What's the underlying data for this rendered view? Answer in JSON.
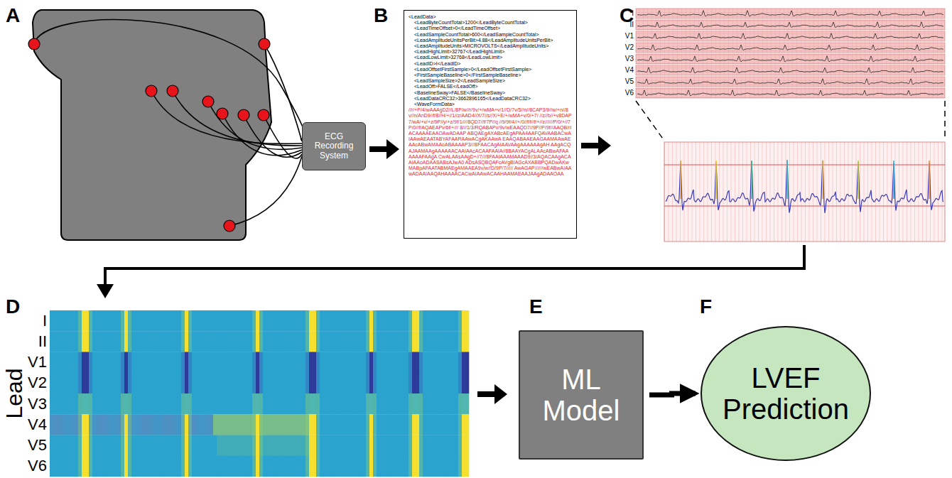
{
  "diagram": {
    "nodes": [
      {
        "text": [
          "ECG Recording System"
        ]
      },
      {
        "text": [
          "<LeadData>",
          "<LeadByteCountTotal>1200</LeadByteCountTotal>",
          "<LeadTimeOffset>0</LeadTimeOffset>",
          "<LeadSampleCountTotal>600</LeadSampleCountTotal>",
          "<LeadAmplitudeUnitsPerBit>4.88</LeadAmplitudeUnitsPerBit>",
          "<LeadAmplitudeUnits>MICROVOLTS</LeadAmplitudeUnits>",
          "<LeadHighLimit>32767</LeadHighLimit>",
          "<LeadLowLimit>32768</LeadLowLimit>",
          "<LeadID>I</LeadID>",
          "<LeadOffsetFirstSample>0</LeadOffsetFirstSample>",
          "<FirstSampleBaseline>0</FirstSampleBaseline>",
          "<LeadSampleSize>2</LeadSampleSize>",
          "<LeadOff>FALSE</LeadOff>",
          "<BaselineSway>FALSE</BaselineSway>",
          "<LeadDataCRC32>3662896165</LeadDataCRC32>",
          "<WaveFormData>",
          "//r/+P/4/wAAAgD2//L/8P/w//r/9v/+/wMA+v/1//D/7v/5//n//8CAP3/9//w/+n//8v//n/AnD9//f/8//H/+//1//z/AAD4//X/7//s//X/+E/+/wMA+v/0/+7/ //z//b//+v8DAP7/wA/+v/+z/9P//y/+z/9f/1////8QD7//f/7P//q //9/9f/4//+/0//f/f//f/+//z//////P/0/+//7P/0//f/AQAEAPv/6f/+/// 8///1/3/RQABAPv/9v/wEAAQD7//9P//P/9f//AAQB/rIACAAAAEAAOAwADAAP ABQAEgAXABcAEgAPAA4AAFQAVAABACwAIAAwAEAATABYAFAARAAwACgAKAAwA EAAQABAAEAAGAAMAAwAEAAcABwAMAAoABAAAAP3///8FAACAgAIAAVAAgAAAAAAgAH AAgACQAJAAMAAgAAAAAACAAIAAcACAAFAAIA//8BAAYACgALAAcABwAFAAAAAAFAAgA CwALAAsAAgD+//7///8FAAIAAAMAAAD9//3/AQACAAgACAAIAAoADAASABsAJwA0 ADsASQBQAFcAVgBIAGcAXABBPQADwAKwMABpAFAATABMAEgAMAAEA9v/w//D/9P/7///// AwAGAP//////wEABwAIAAwADAAIAAQAHAAAACACwAIAAwACAAHAAMAEAAJAAgADAAOAA"
        ]
      },
      {
        "text": [
          "ML Model"
        ]
      },
      {
        "text": [
          "LVEF Prediction"
        ]
      }
    ],
    "edges": [
      {
        "from": 2,
        "to": 3,
        "arrow": "to"
      }
    ],
    "labels": [
      "A",
      "B",
      "C",
      "D",
      "E",
      "F",
      "I",
      "II",
      "V1",
      "V2",
      "V3",
      "V4",
      "V5",
      "V6",
      "Lead",
      "I",
      "II",
      "V1",
      "V2",
      "V3",
      "V4",
      "V5",
      "V6"
    ]
  }
}
